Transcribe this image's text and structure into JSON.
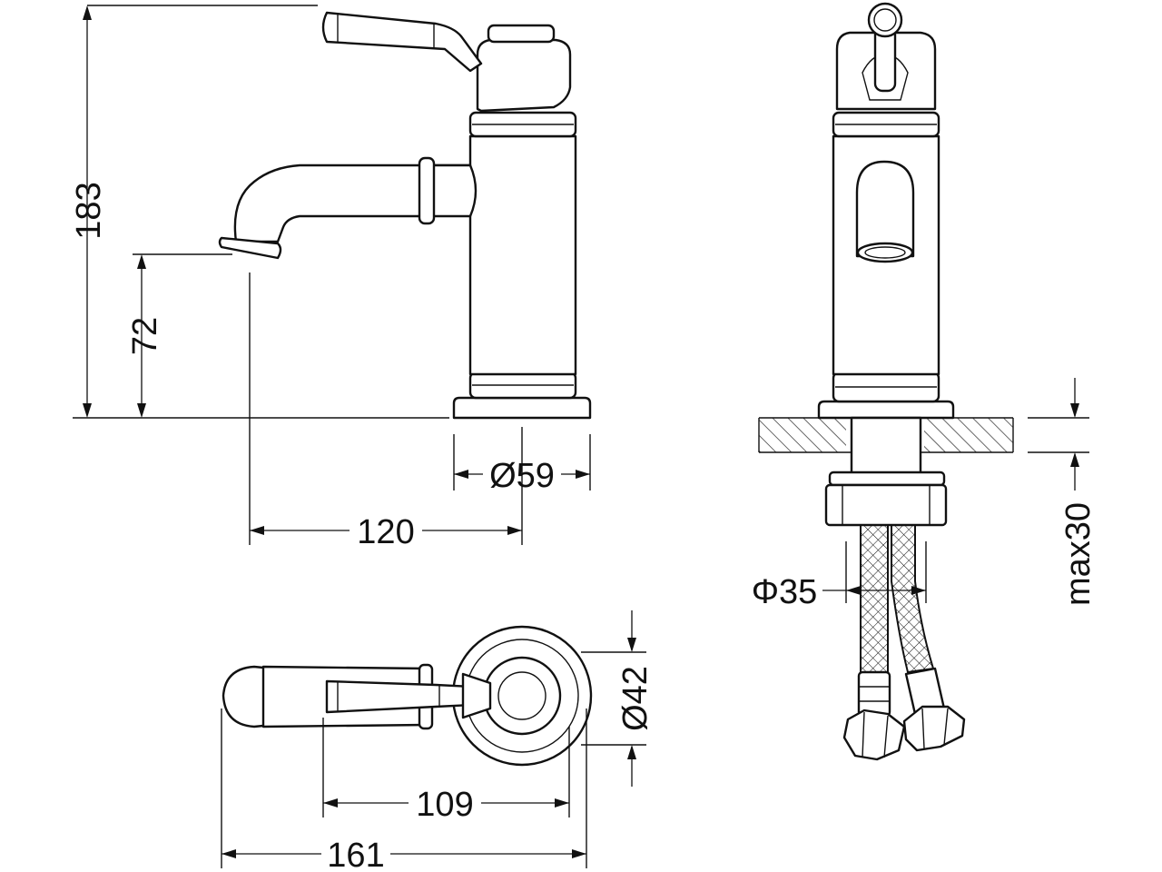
{
  "diagram": {
    "dimensions": {
      "total_height": "183",
      "spout_height": "72",
      "base_diameter": "Ø59",
      "spout_reach": "120",
      "top_diameter": "Ø42",
      "lever_length": "109",
      "overall_length": "161",
      "hole_diameter": "Φ35",
      "max_thickness": "max30"
    }
  }
}
